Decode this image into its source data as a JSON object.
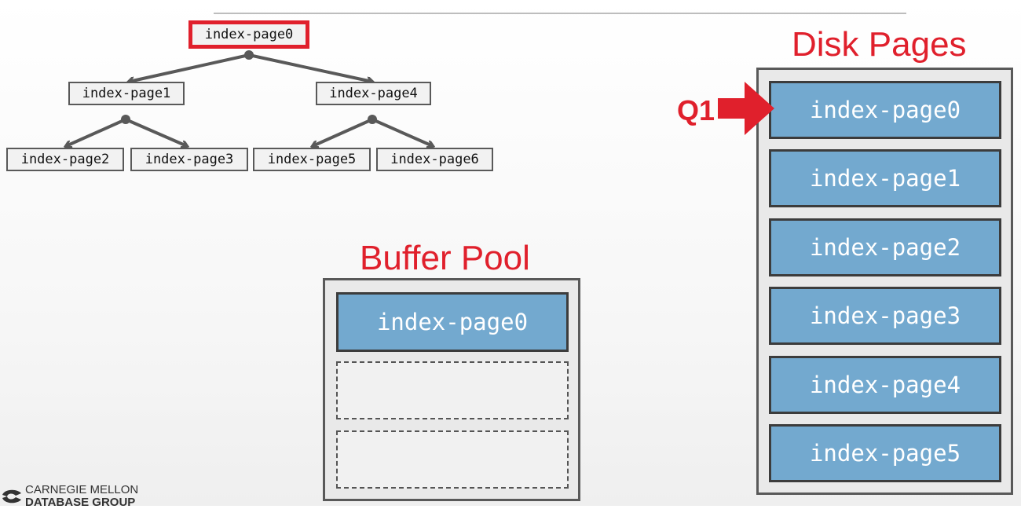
{
  "tree": {
    "root": "index-page0",
    "level1": [
      "index-page1",
      "index-page4"
    ],
    "level2": [
      "index-page2",
      "index-page3",
      "index-page5",
      "index-page6"
    ]
  },
  "buffer_pool": {
    "title": "Buffer Pool",
    "slots": [
      "index-page0",
      "",
      ""
    ]
  },
  "disk": {
    "title": "Disk Pages",
    "pages": [
      "index-page0",
      "index-page1",
      "index-page2",
      "index-page3",
      "index-page4",
      "index-page5"
    ]
  },
  "query": {
    "label": "Q1",
    "points_to": "index-page0"
  },
  "logo": {
    "line1": "CARNEGIE MELLON",
    "line2": "DATABASE GROUP"
  },
  "colors": {
    "accent": "#e0202c",
    "page_fill": "#73a9cf",
    "border": "#595959"
  }
}
